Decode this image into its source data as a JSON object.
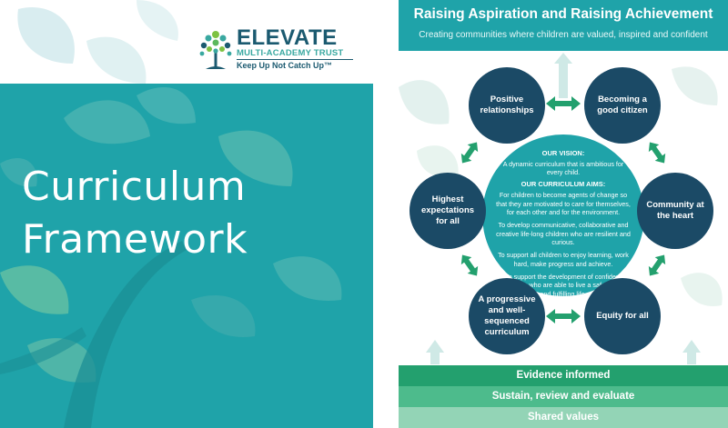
{
  "left_page": {
    "logo": {
      "name": "ELEVATE",
      "subtitle": "MULTI-ACADEMY TRUST",
      "tagline": "Keep Up Not Catch Up™"
    },
    "title_line_1": "Curriculum",
    "title_line_2": "Framework",
    "colors": {
      "teal": "#1fa3a9",
      "navy": "#1b5a70"
    }
  },
  "right_page": {
    "header": {
      "title": "Raising Aspiration and Raising Achievement",
      "subtitle": "Creating communities where children are valued, inspired and confident"
    },
    "hub": {
      "vision_heading": "OUR VISION:",
      "vision_text": "A dynamic curriculum that is ambitious for every child.",
      "aims_heading": "OUR CURRICULUM AIMS:",
      "aims": [
        "For children to become agents of change so that they are motivated to care for themselves, for each other and for the environment.",
        "To develop communicative, collaborative and creative life-long children who are resilient and curious.",
        "To support all children to enjoy learning, work hard, make progress and achieve.",
        "To support the development of confident individuals who are able to live a safe, healthy and fulfilling life."
      ]
    },
    "nodes": {
      "positive_relationships": "Positive relationships",
      "good_citizen": "Becoming a good citizen",
      "community": "Community at the heart",
      "equity": "Equity for all",
      "progressive": "A progressive and well-sequenced curriculum",
      "high_expectations": "Highest expectations for all"
    },
    "bands": [
      "Evidence informed",
      "Sustain, review and evaluate",
      "Shared values"
    ],
    "colors": {
      "node": "#1b4a66",
      "hub": "#1fa3a9",
      "arrow": "#23a06e"
    }
  }
}
